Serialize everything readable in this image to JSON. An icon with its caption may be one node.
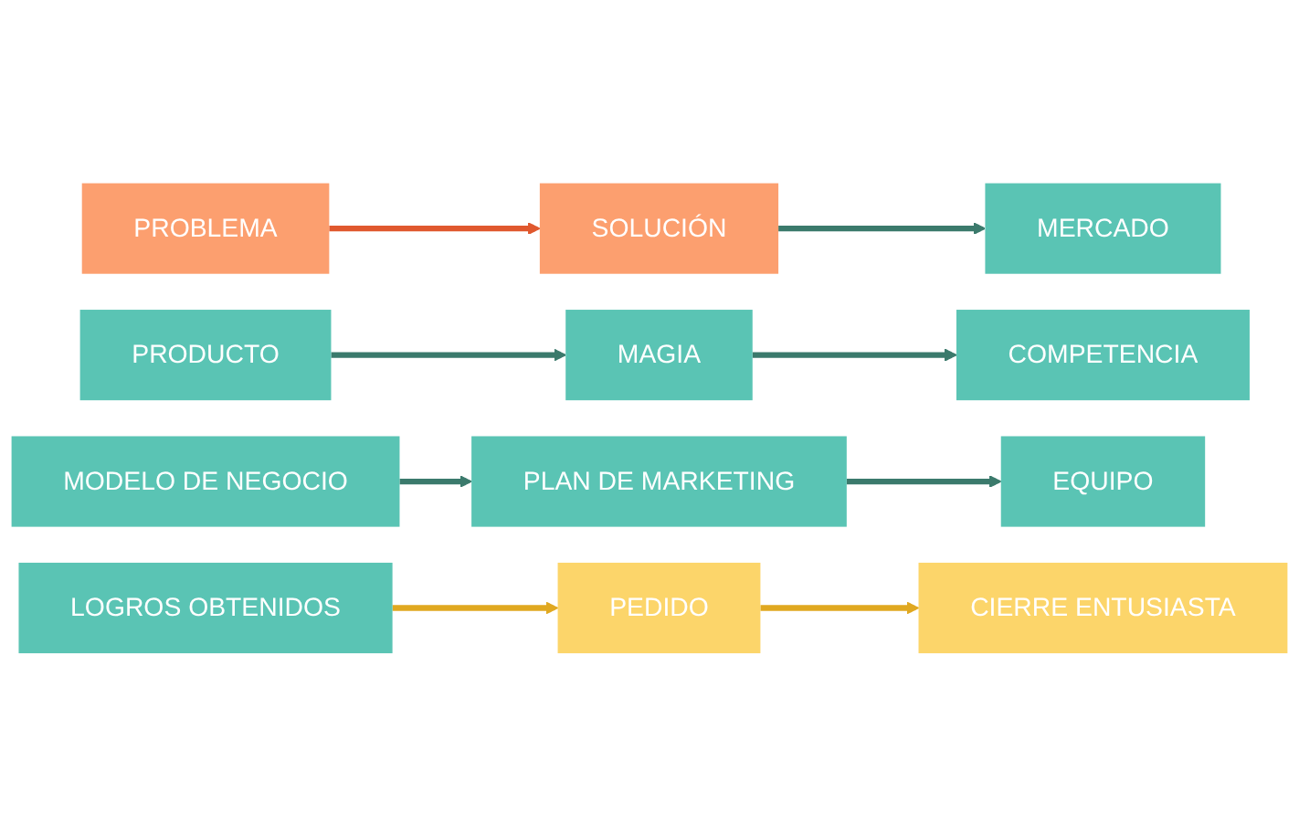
{
  "diagram": {
    "nodes": [
      {
        "text": [
          "PROBLEMA"
        ]
      },
      {
        "text": [
          "SOLUCIÓN"
        ]
      },
      {
        "text": [
          "MERCADO"
        ]
      },
      {
        "text": [
          "PRODUCTO"
        ]
      },
      {
        "text": [
          "MAGIA"
        ]
      },
      {
        "text": [
          "COMPETENCIA"
        ]
      },
      {
        "text": [
          "MODELO DE NEGOCIO"
        ]
      },
      {
        "text": [
          "PLAN DE MARKETING"
        ]
      },
      {
        "text": [
          "EQUIPO"
        ]
      },
      {
        "text": [
          "LOGROS OBTENIDOS"
        ]
      },
      {
        "text": [
          "PEDIDO"
        ]
      },
      {
        "text": [
          "CIERRE ENTUSIASTA"
        ]
      }
    ],
    "edges": [
      {
        "from": 0,
        "to": 1,
        "arrow": "to",
        "color": "#e0582e"
      },
      {
        "from": 1,
        "to": 2,
        "arrow": "to"
      },
      {
        "from": 3,
        "to": 4,
        "arrow": "to"
      },
      {
        "from": 4,
        "to": 5,
        "arrow": "to"
      },
      {
        "from": 6,
        "to": 7,
        "arrow": "to"
      },
      {
        "from": 7,
        "to": 8,
        "arrow": "to"
      },
      {
        "from": 9,
        "to": 10,
        "arrow": "to",
        "color": "#e0a820"
      },
      {
        "from": 10,
        "to": 11,
        "arrow": "to",
        "color": "#e0a820"
      }
    ]
  }
}
